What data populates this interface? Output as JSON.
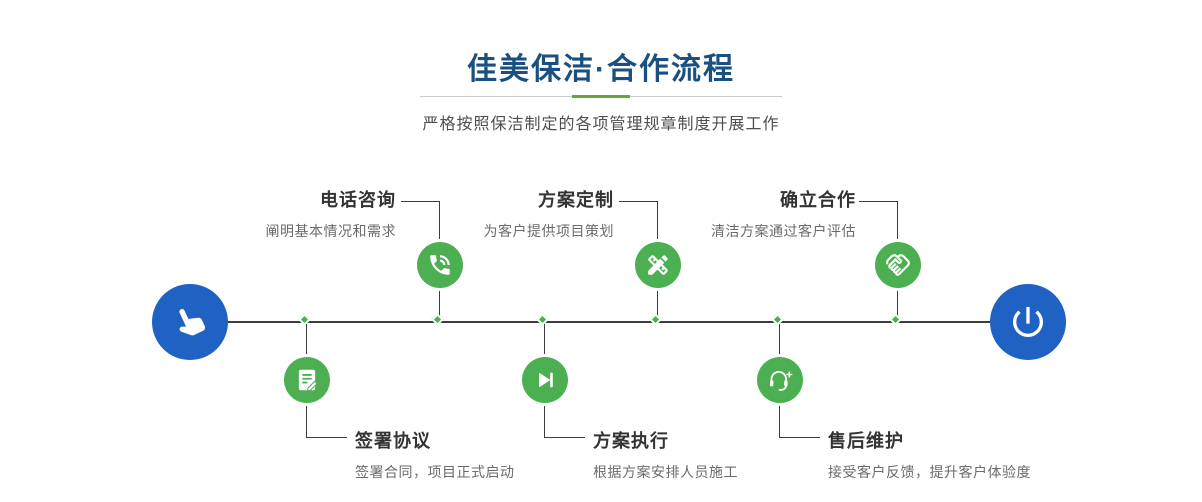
{
  "header": {
    "title": "佳美保洁·合作流程",
    "subtitle": "严格按照保洁制定的各项管理规章制度开展工作"
  },
  "timeline": {
    "start_icon": "hand-pointer-icon",
    "end_icon": "power-icon",
    "top_steps": [
      {
        "title": "电话咨询",
        "desc": "阐明基本情况和需求",
        "icon": "phone-icon"
      },
      {
        "title": "方案定制",
        "desc": "为客户提供项目策划",
        "icon": "design-tools-icon"
      },
      {
        "title": "确立合作",
        "desc": "清洁方案通过客户评估",
        "icon": "handshake-icon"
      }
    ],
    "bottom_steps": [
      {
        "title": "签署协议",
        "desc": "签署合同，项目正式启动",
        "icon": "contract-icon"
      },
      {
        "title": "方案执行",
        "desc": "根据方案安排人员施工",
        "icon": "play-icon"
      },
      {
        "title": "售后维护",
        "desc": "接受客户反馈，提升客户体验度",
        "icon": "headset-icon"
      }
    ]
  },
  "colors": {
    "accent_green": "#4cb052",
    "accent_blue": "#2061c4",
    "title_blue": "#1a5080",
    "line_dark": "#3c3c3c",
    "divider_green": "#64a83c",
    "divider_gray": "#cccccc",
    "text_dark": "#333333",
    "text_muted": "#6b6b6b",
    "subtitle_gray": "#4f4f4f"
  }
}
